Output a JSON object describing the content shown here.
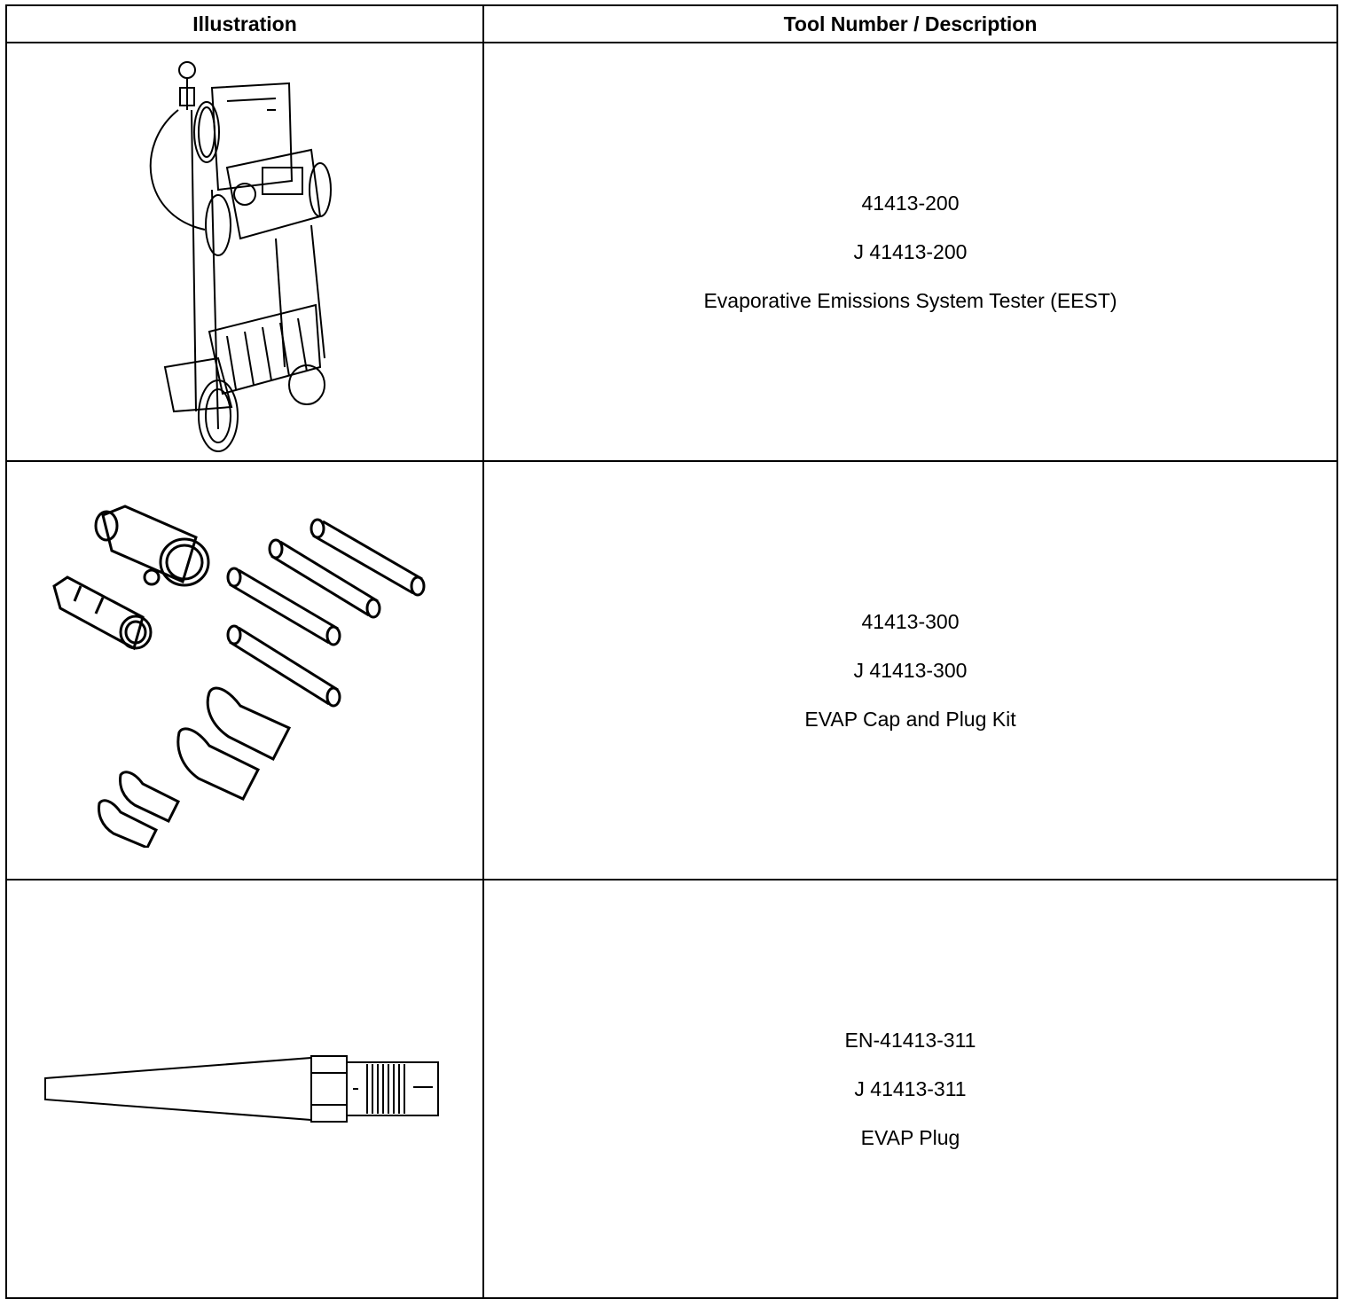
{
  "header": {
    "illustration": "Illustration",
    "tool": "Tool Number / Description"
  },
  "rows": [
    {
      "icon": "evap-tester-cart-icon",
      "number": "41413-200",
      "j_number": "J 41413-200",
      "description": "Evaporative Emissions System Tester (EEST)"
    },
    {
      "icon": "cap-plug-kit-icon",
      "number": "41413-300",
      "j_number": "J 41413-300",
      "description": "EVAP Cap and Plug Kit"
    },
    {
      "icon": "evap-plug-icon",
      "number": "EN-41413-311",
      "j_number": "J 41413-311",
      "description": "EVAP Plug"
    }
  ]
}
